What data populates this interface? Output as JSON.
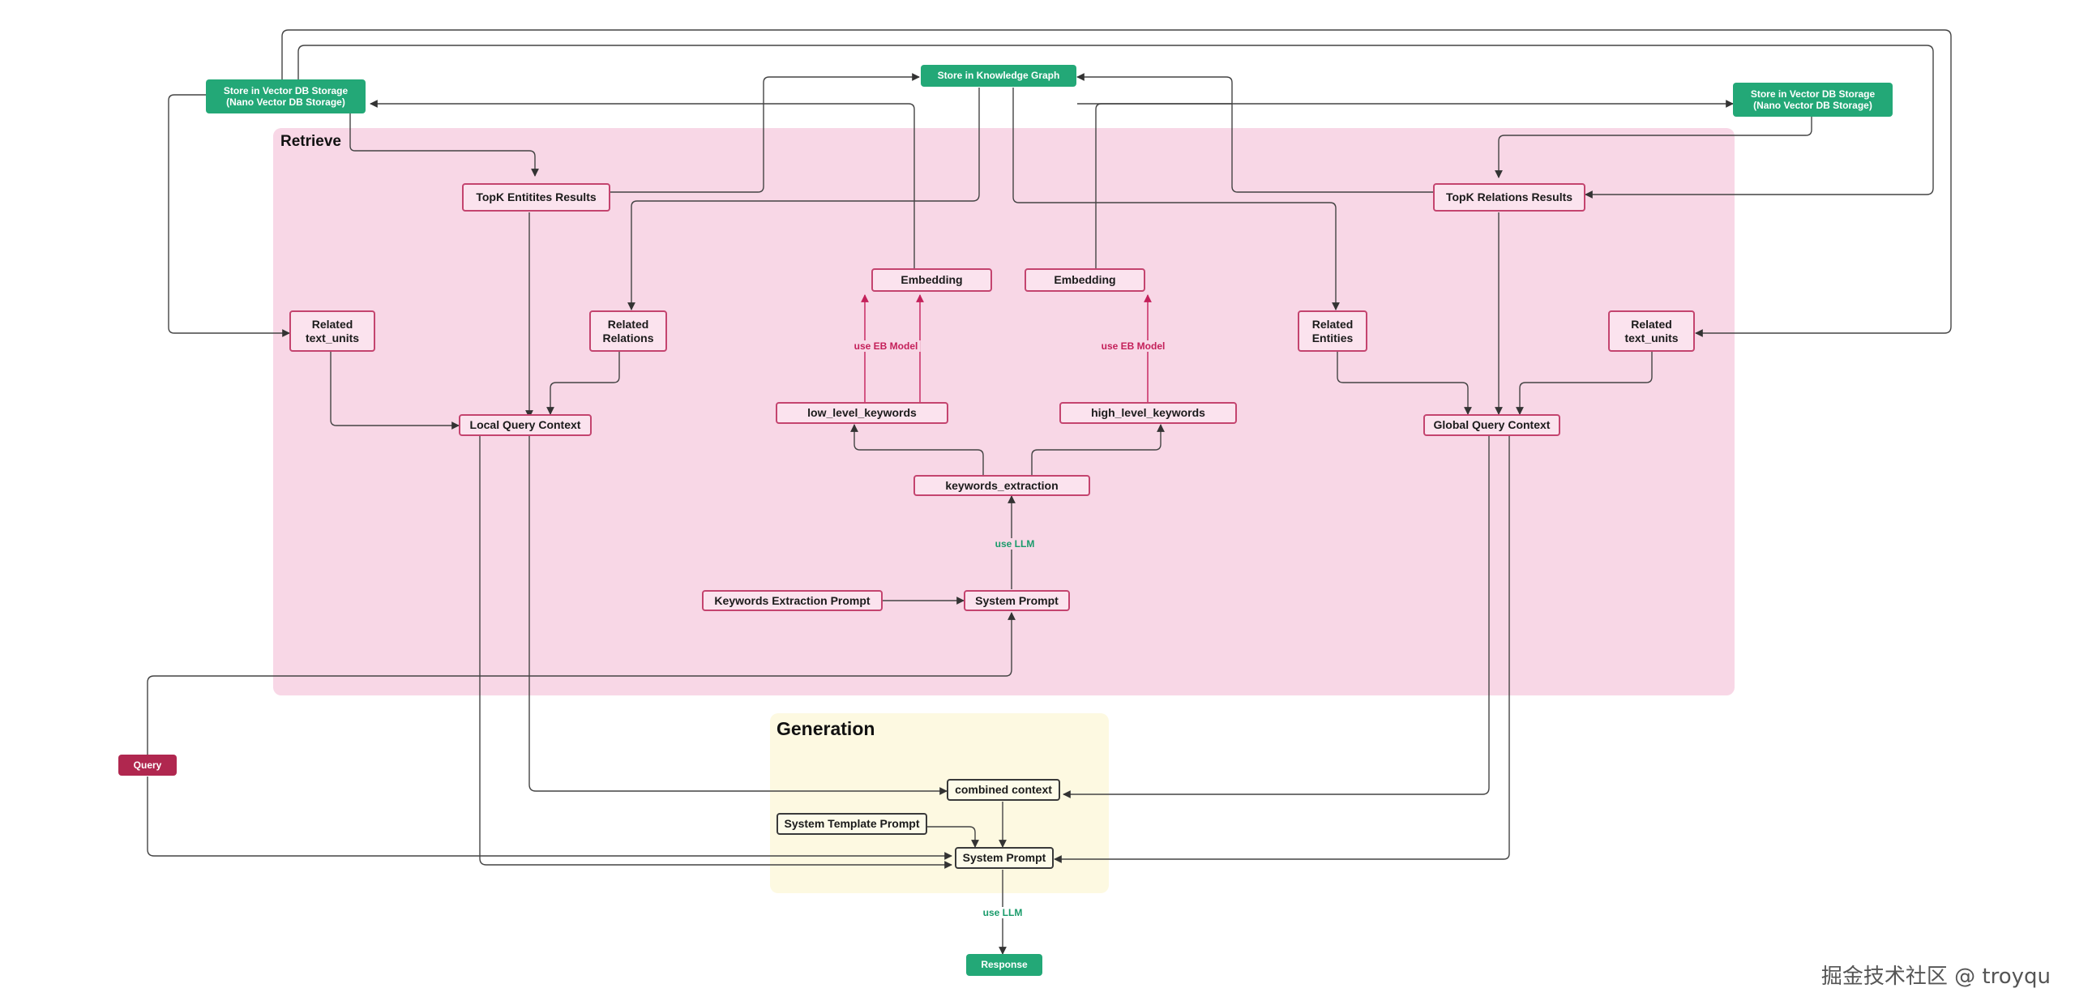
{
  "regions": {
    "retrieve": "Retrieve",
    "generation": "Generation"
  },
  "nodes": {
    "store_vector_left": "Store in Vector DB Storage\n(Nano Vector DB Storage)",
    "store_knowledge_graph": "Store in Knowledge Graph",
    "store_vector_right": "Store in Vector DB Storage\n(Nano Vector DB Storage)",
    "topk_entities": "TopK Entitites Results",
    "topk_relations": "TopK Relations Results",
    "embedding_left": "Embedding",
    "embedding_right": "Embedding",
    "related_text_units_left": "Related\ntext_units",
    "related_relations": "Related\nRelations",
    "related_entities": "Related\nEntities",
    "related_text_units_right": "Related\ntext_units",
    "local_query_context": "Local Query Context",
    "global_query_context": "Global Query Context",
    "low_level_keywords": "low_level_keywords",
    "high_level_keywords": "high_level_keywords",
    "keywords_extraction": "keywords_extraction",
    "keywords_extraction_prompt": "Keywords Extraction Prompt",
    "system_prompt_retrieve": "System Prompt",
    "query": "Query",
    "combined_context": "combined context",
    "system_template_prompt": "System Template Prompt",
    "system_prompt_generation": "System Prompt",
    "response": "Response"
  },
  "edge_labels": {
    "use_eb_model_left": "use  EB Model",
    "use_eb_model_right": "use  EB Model",
    "use_llm_retrieve": "use LLM",
    "use_llm_generation": "use LLM"
  },
  "watermark": "掘金技术社区 @ troyqu",
  "colors": {
    "retrieve_region": "#f8d7e6",
    "generation_region": "#fdf9e1",
    "pink_border": "#c4446f",
    "storage_green": "#23a877",
    "query_crimson": "#b0274f",
    "eb_label": "#c4205a",
    "llm_label": "#1a9b6b"
  }
}
